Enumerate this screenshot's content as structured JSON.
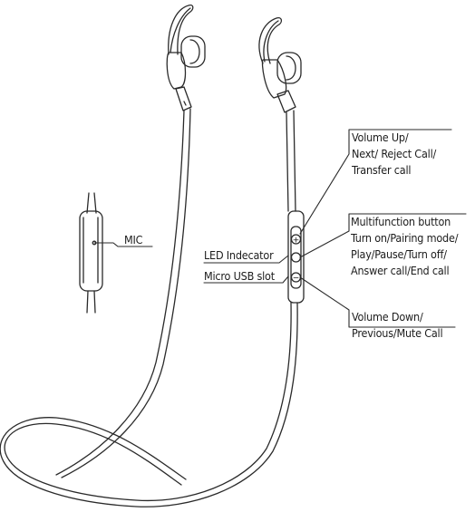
{
  "labels": {
    "volume_up": [
      "Volume Up/",
      "Next/ Reject Call/",
      "Transfer call"
    ],
    "multifunction": [
      "Multifunction button",
      "Turn on/Pairing mode/",
      "Play/Pause/Turn off/",
      "Answer call/End call"
    ],
    "volume_down": [
      "Volume Down/",
      "Previous/Mute Call"
    ],
    "mic": "MIC",
    "led_indicator": "LED Indecator",
    "micro_usb": "Micro USB slot"
  },
  "buttons": {
    "plus_symbol": "+",
    "minus_symbol": "−"
  }
}
